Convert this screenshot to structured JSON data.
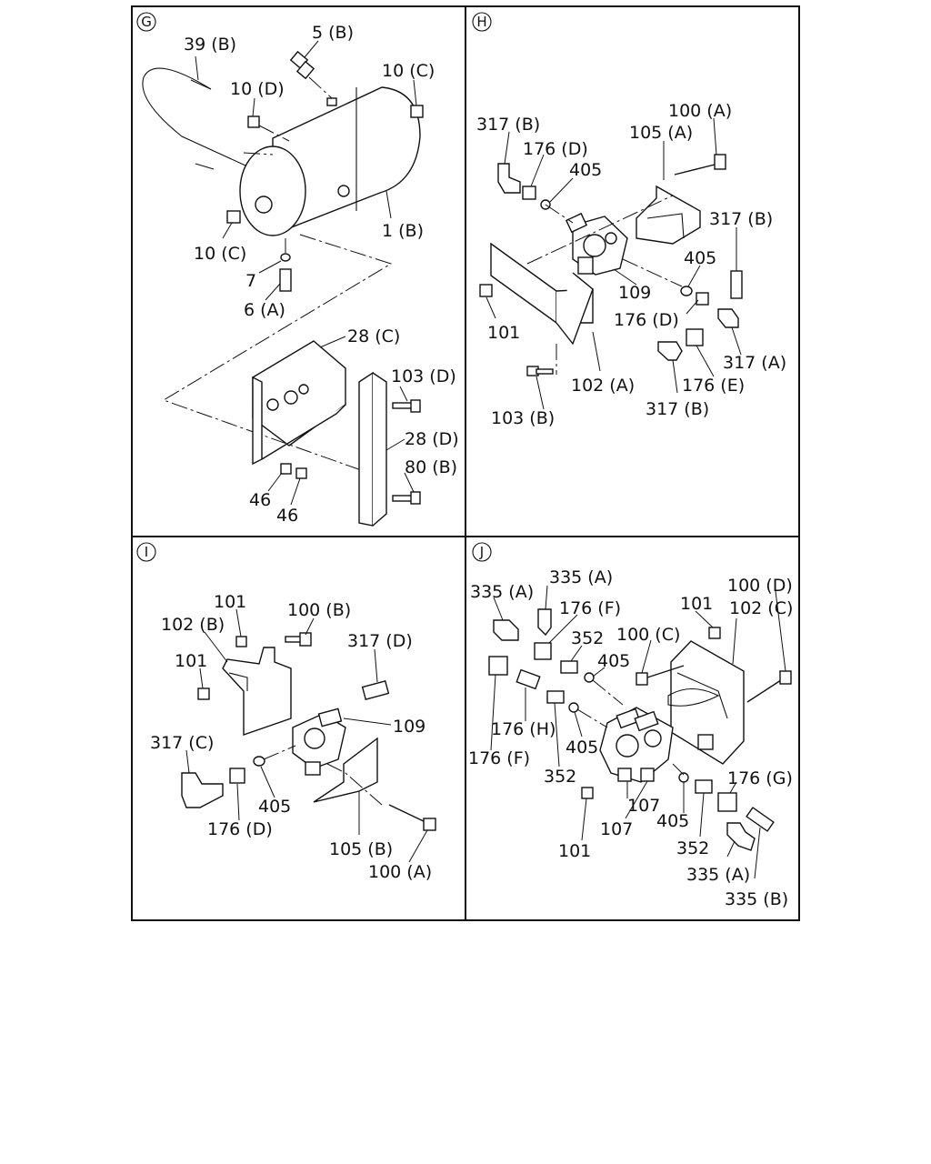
{
  "panels": {
    "g": {
      "marker": "G",
      "labels": {
        "p39b": "39 (B)",
        "p5b": "5 (B)",
        "p10d": "10 (D)",
        "p10c_top": "10 (C)",
        "p1b": "1 (B)",
        "p10c_left": "10 (C)",
        "p7": "7",
        "p6a": "6 (A)",
        "p28c": "28 (C)",
        "p103d": "103 (D)",
        "p28d": "28 (D)",
        "p80b": "80 (B)",
        "p46a": "46",
        "p46b": "46"
      }
    },
    "h": {
      "marker": "H",
      "labels": {
        "p317b_top": "317 (B)",
        "p176d_top": "176 (D)",
        "p405_top": "405",
        "p100a": "100 (A)",
        "p105a": "105 (A)",
        "p317b_right": "317 (B)",
        "p405_right": "405",
        "p109": "109",
        "p176d_bottom": "176 (D)",
        "p101": "101",
        "p317a": "317 (A)",
        "p102a": "102 (A)",
        "p176e": "176 (E)",
        "p317b_bottom": "317 (B)",
        "p103b": "103 (B)"
      }
    },
    "i": {
      "marker": "I",
      "labels": {
        "p101_top": "101",
        "p100b": "100 (B)",
        "p102b": "102 (B)",
        "p317d": "317 (D)",
        "p101_left": "101",
        "p109": "109",
        "p317c": "317 (C)",
        "p405": "405",
        "p176d": "176 (D)",
        "p105b": "105 (B)",
        "p100a": "100 (A)"
      }
    },
    "j": {
      "marker": "J",
      "labels": {
        "p335a_top2": "335 (A)",
        "p335a_top1": "335 (A)",
        "p176f_top": "176 (F)",
        "p101_top": "101",
        "p102c": "102 (C)",
        "p100d": "100 (D)",
        "p352_top": "352",
        "p100c": "100 (C)",
        "p405_top": "405",
        "p176h": "176 (H)",
        "p176f_left": "176 (F)",
        "p405_mid": "405",
        "p352_mid": "352",
        "p176g": "176 (G)",
        "p107a": "107",
        "p107b": "107",
        "p405_bottom": "405",
        "p101_bottom": "101",
        "p352_bottom": "352",
        "p335a_bottom": "335 (A)",
        "p335b": "335 (B)"
      }
    }
  }
}
